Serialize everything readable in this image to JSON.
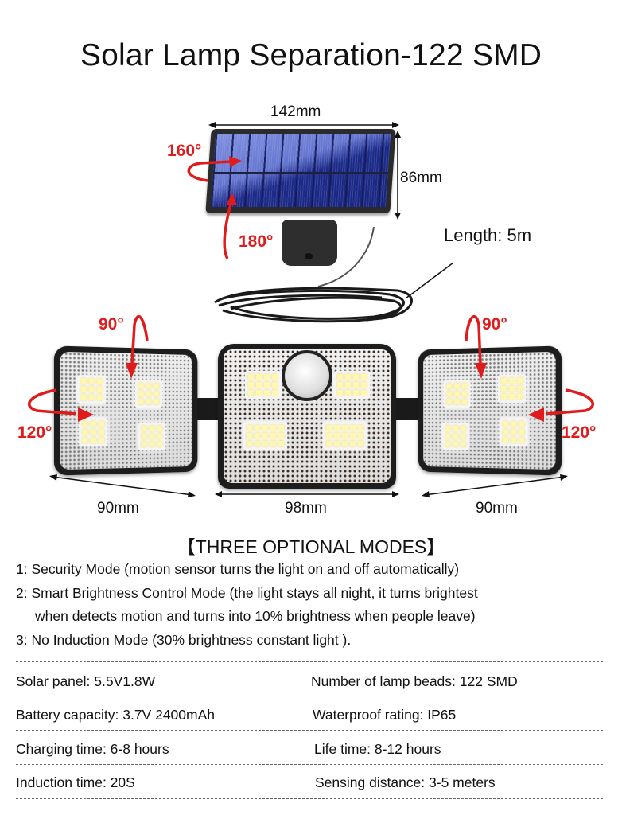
{
  "title": "Solar Lamp Separation-122 SMD",
  "solar_panel": {
    "width_label": "142mm",
    "height_label": "86mm",
    "rotation_horizontal": "160°",
    "rotation_vertical": "180°"
  },
  "cable": {
    "length_label": "Length: 5m"
  },
  "lamps": {
    "left": {
      "width_label": "90mm",
      "rotation_vertical": "90°",
      "rotation_horizontal": "120°"
    },
    "center": {
      "width_label": "98mm"
    },
    "right": {
      "width_label": "90mm",
      "rotation_vertical": "90°",
      "rotation_horizontal": "120°"
    }
  },
  "modes": {
    "heading": "【THREE OPTIONAL MODES】",
    "items": [
      "1: Security Mode (motion sensor turns the light on and off automatically)",
      "2: Smart Brightness Control Mode (the light stays all night, it turns brightest",
      "when detects motion and turns into 10% brightness when people leave)",
      "3: No Induction Mode (30% brightness constant light )."
    ]
  },
  "specs": [
    {
      "left": "Solar panel: 5.5V1.8W",
      "right": "Number of lamp beads: 122 SMD"
    },
    {
      "left": "Battery capacity: 3.7V 2400mAh",
      "right": "Waterproof rating: IP65"
    },
    {
      "left": "Charging time: 6-8 hours",
      "right": "Life time: 8-12 hours"
    },
    {
      "left": "Induction time: 20S",
      "right": "Sensing distance: 3-5 meters"
    }
  ],
  "colors": {
    "accent_red": "#e01b1b",
    "panel_blue": "#2a3aa0",
    "text": "#111111"
  }
}
